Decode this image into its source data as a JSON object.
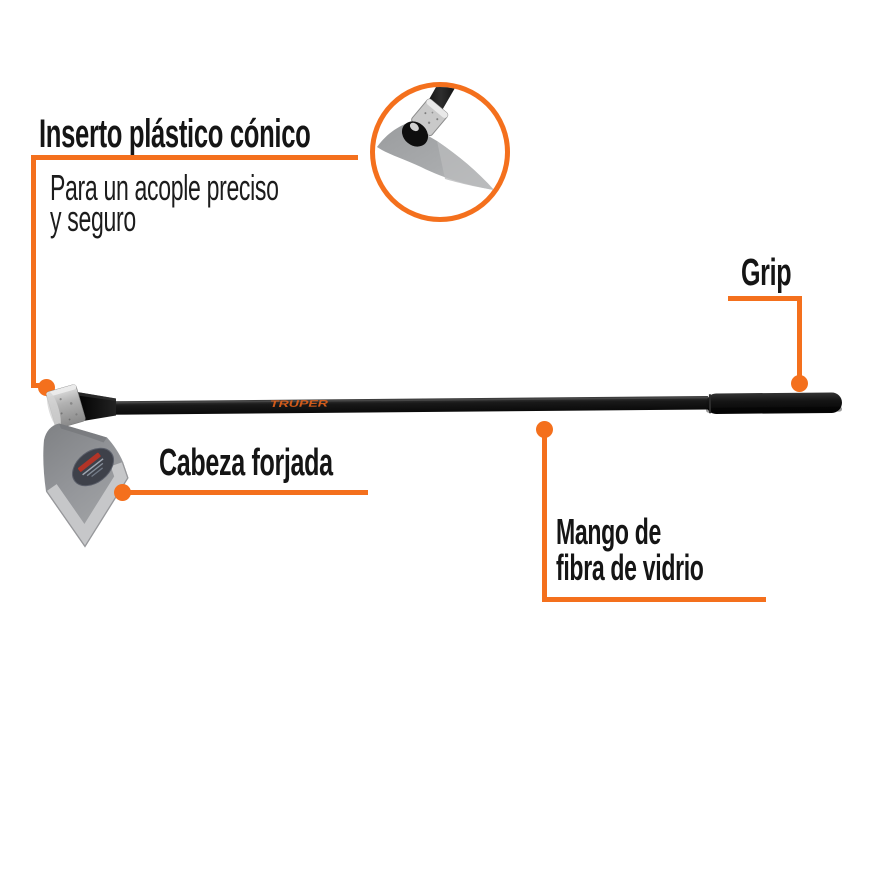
{
  "accent_color": "#f4701d",
  "callouts": {
    "insert": {
      "title": "Inserto plástico cónico",
      "description": "Para un acople preciso\ny seguro"
    },
    "grip": {
      "label": "Grip"
    },
    "head": {
      "label": "Cabeza forjada"
    },
    "handle": {
      "label": "Mango de\nfibra de vidrio"
    }
  },
  "product": {
    "brand": "TRUPER"
  }
}
